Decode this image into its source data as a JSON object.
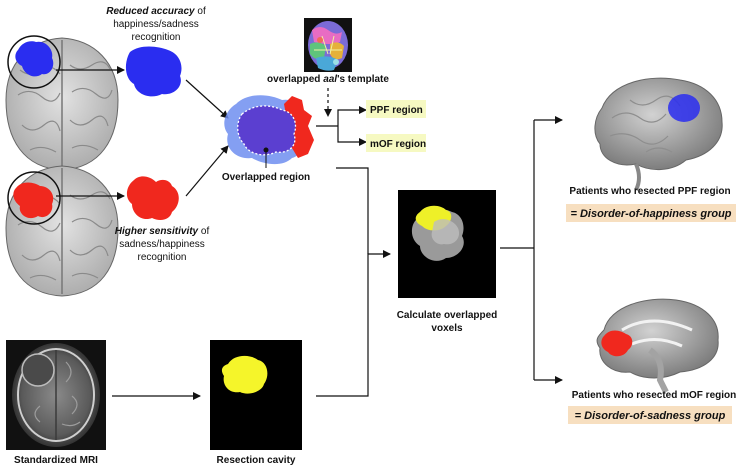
{
  "top_left": {
    "emphasis": "Reduced accuracy",
    "line1_rest": " of",
    "line2": "happiness/sadness",
    "line3": "recognition"
  },
  "bottom_left": {
    "emphasis": "Higher sensitivity",
    "line1_rest": " of",
    "line2": "sadness/happiness",
    "line3": "recognition"
  },
  "template_label": {
    "prefix": "overlapped ",
    "italic": "aal",
    "suffix": "'s template"
  },
  "overlapped_region_label": "Overlapped region",
  "regions": {
    "ppf": "PPF region",
    "mof": "mOF region"
  },
  "calc_label": {
    "line1": "Calculate overlapped",
    "line2": "voxels"
  },
  "mri_label": "Standardized MRI",
  "resection_label": "Resection cavity",
  "ppf_patients": "Patients who resected PPF region",
  "mof_patients": "Patients who resected mOF region",
  "happiness_group": "= Disorder-of-happiness group",
  "sadness_group": "= Disorder-of-sadness group",
  "colors": {
    "blue_lesion": "#2a2df0",
    "red_lesion": "#f0281e",
    "yellow": "#f5f52a",
    "highlight_box": "#f7dfc0",
    "region_box": "#f6f9c2"
  }
}
